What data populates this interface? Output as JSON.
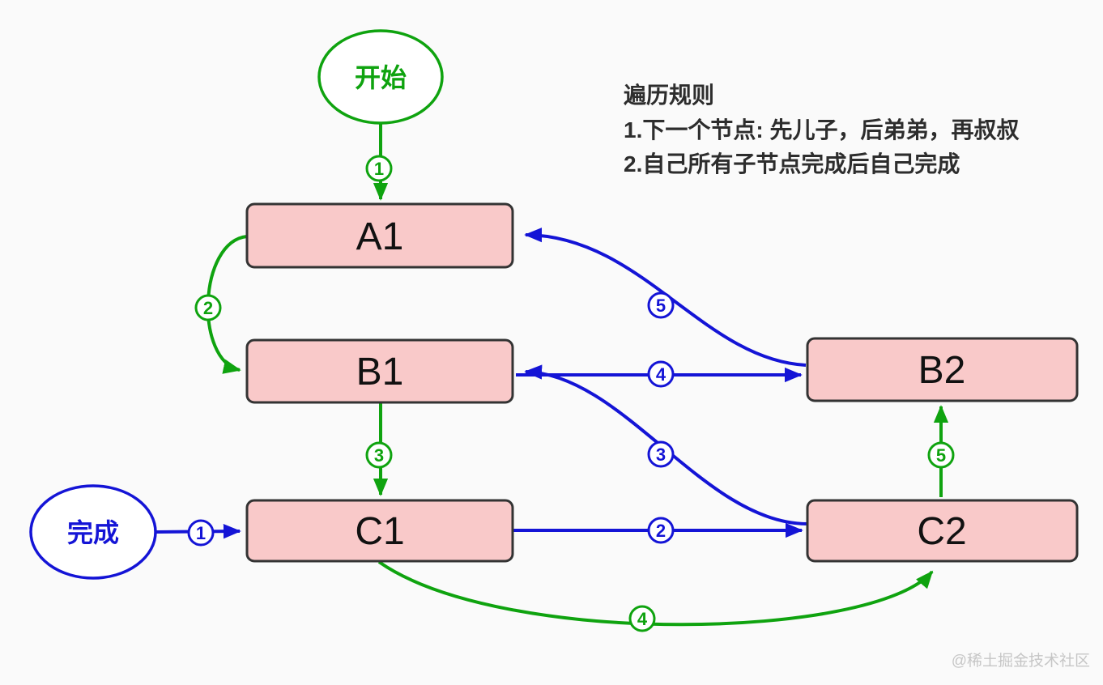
{
  "diagram": {
    "rules": {
      "title": "遍历规则",
      "line1": "1.下一个节点: 先儿子，后弟弟，再叔叔",
      "line2": "2.自己所有子节点完成后自己完成"
    },
    "nodes": {
      "start": "开始",
      "finish": "完成",
      "a1": "A1",
      "b1": "B1",
      "b2": "B2",
      "c1": "C1",
      "c2": "C2"
    },
    "green_steps": {
      "s1": "1",
      "s2": "2",
      "s3": "3",
      "s4": "4",
      "s5": "5"
    },
    "blue_steps": {
      "s1": "1",
      "s2": "2",
      "s3": "3",
      "s4": "4",
      "s5": "5"
    },
    "colors": {
      "traversal_green": "#0fa30f",
      "completion_blue": "#1414d6",
      "node_fill": "#f9c9c9",
      "node_border": "#333333",
      "background": "#fafafa"
    },
    "watermark": "@稀土掘金技术社区"
  }
}
